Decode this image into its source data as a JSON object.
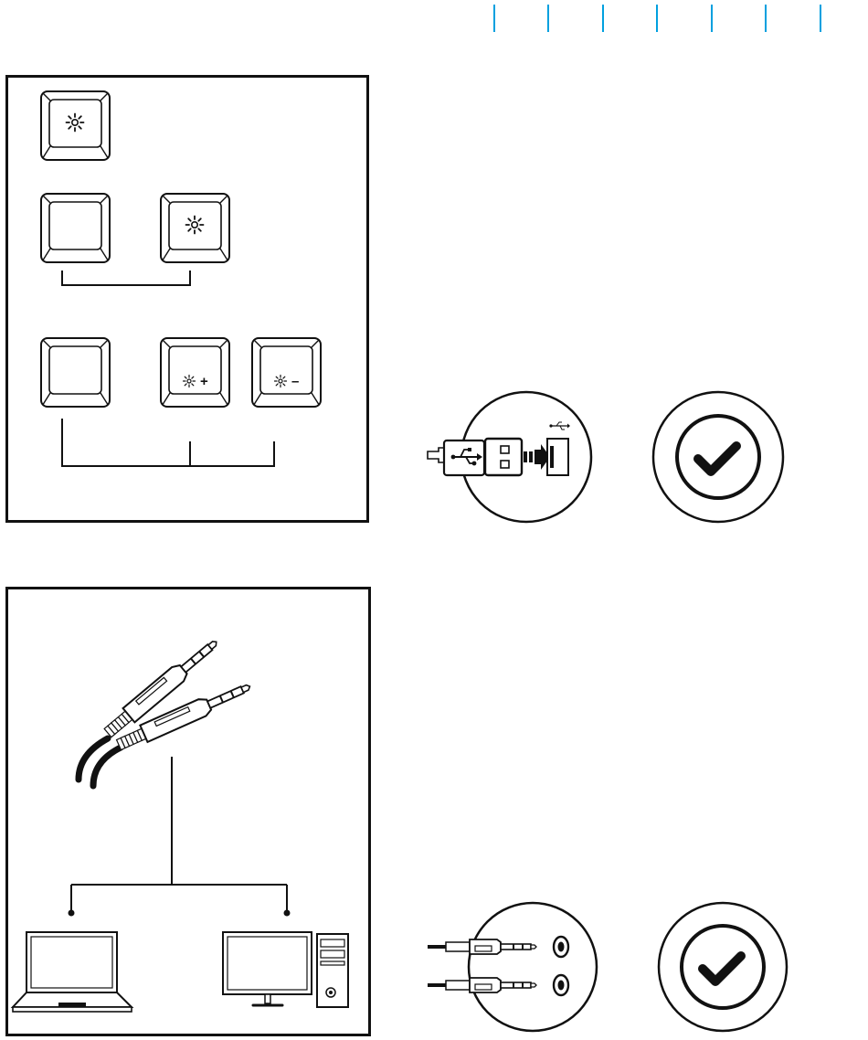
{
  "colors": {
    "accent": "#00A0DF",
    "ink": "#111111",
    "background": "#FFFFFF"
  },
  "header_ticks": {
    "count": 7
  },
  "keyboard_panel": {
    "keys": [
      {
        "name": "key-backlight",
        "icon": "sun-icon",
        "label": ""
      },
      {
        "name": "key-modifier-1",
        "icon": "",
        "label": ""
      },
      {
        "name": "key-backlight-2",
        "icon": "sun-icon",
        "label": ""
      },
      {
        "name": "key-modifier-2",
        "icon": "",
        "label": ""
      },
      {
        "name": "key-brightness-up",
        "icon": "sun-small-icon",
        "label": "+"
      },
      {
        "name": "key-brightness-down",
        "icon": "sun-small-icon",
        "label": "–"
      }
    ]
  },
  "usb_section": {
    "icons": [
      "usb-plug-icon",
      "usb-port-icon",
      "check-icon"
    ]
  },
  "audio_panel": {
    "icons": [
      "audio-plugs-icon",
      "laptop-icon",
      "desktop-pc-icon"
    ]
  },
  "audio_section": {
    "icons": [
      "audio-jack-plugs-icon",
      "audio-ports-icon",
      "check-icon"
    ]
  }
}
